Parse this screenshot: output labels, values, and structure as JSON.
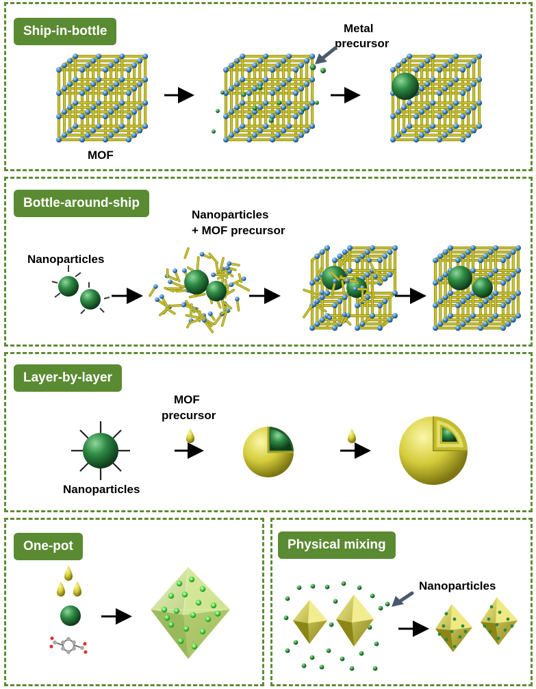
{
  "panels": {
    "ship": {
      "title": "Ship-in-bottle",
      "label_mof": "MOF",
      "label_metal_line1": "Metal",
      "label_metal_line2": "precursor"
    },
    "bottle": {
      "title": "Bottle-around-ship",
      "label_np": "Nanoparticles",
      "label_np_mof_line1": "Nanoparticles",
      "label_np_mof_line2": "+ MOF precursor"
    },
    "layer": {
      "title": "Layer-by-layer",
      "label_mof_line1": "MOF",
      "label_mof_line2": "precursor",
      "label_np": "Nanoparticles"
    },
    "onepot": {
      "title": "One-pot"
    },
    "physical": {
      "title": "Physical mixing",
      "label_np": "Nanoparticles"
    }
  },
  "colors": {
    "panel_border": "#5e8a34",
    "title_bg": "#5a8a32",
    "title_text": "#ffffff",
    "rod": "#c9c230",
    "node": "#3a7fc4",
    "sphere": "#2e7d3e",
    "shell": "#d6d040",
    "arrow": "#000000",
    "pointer_arrow": "#4a5a6e"
  }
}
